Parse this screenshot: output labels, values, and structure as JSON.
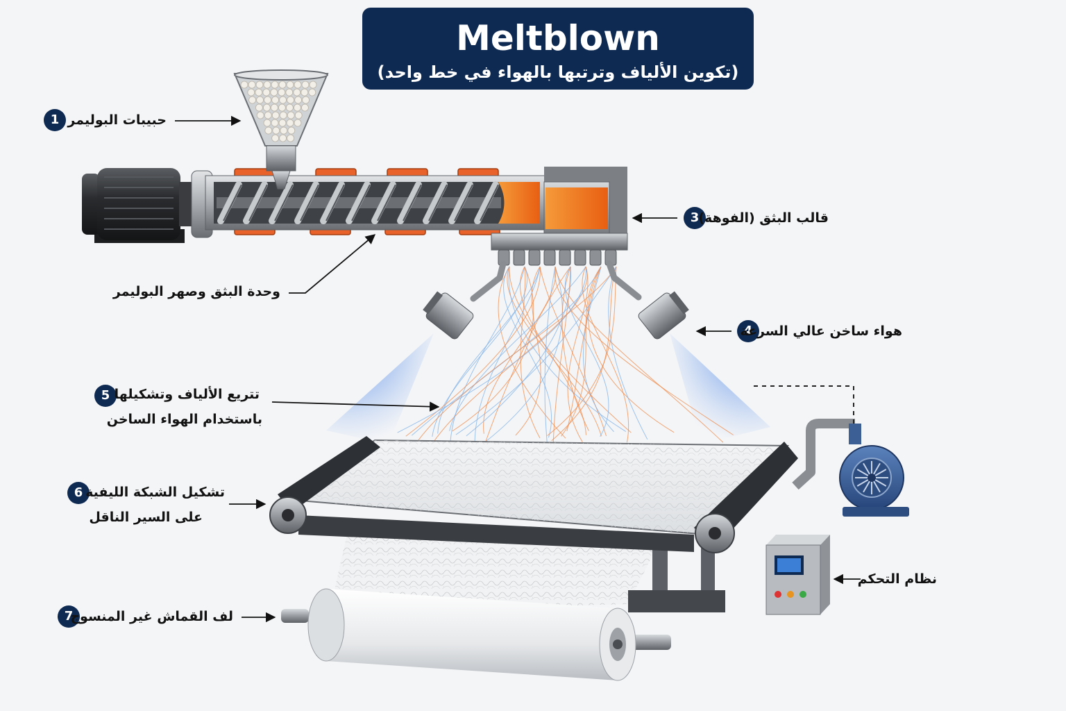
{
  "header": {
    "title": "Meltblown",
    "subtitle": "(تكوين الألياف وترتبها بالهواء في خط واحد)"
  },
  "labels": [
    {
      "id": "polymer-pellets",
      "number": "1",
      "text": "حبيبات البوليمر"
    },
    {
      "id": "extruder-unit",
      "number": "",
      "text": "وحدة البثق وصهر البوليمر"
    },
    {
      "id": "extrusion-die",
      "number": "3",
      "text": "قالب البثق (الفوهة)"
    },
    {
      "id": "hot-air",
      "number": "4",
      "text": "هواء ساخن عالي السرعة"
    },
    {
      "id": "fiber-attenuation",
      "number": "5",
      "text": "تتريع الألياف وتشكيلها",
      "text2": "باستخدام الهواء الساخن"
    },
    {
      "id": "web-formation",
      "number": "6",
      "text": "تشكيل الشبكة الليفية",
      "text2": "على السير الناقل"
    },
    {
      "id": "control-system",
      "number": "",
      "text": "نظام التحكم"
    },
    {
      "id": "nonwoven-roll",
      "number": "7",
      "text": "لف القماش غير المنسوج"
    }
  ],
  "colors": {
    "navy": "#0f2a52",
    "heater_orange": "#e8622a",
    "molten_polymer": "#f07a1e",
    "air_blue": "#3a7fe0",
    "steel": "#9a9ea4",
    "blower_blue": "#3a5f96"
  }
}
